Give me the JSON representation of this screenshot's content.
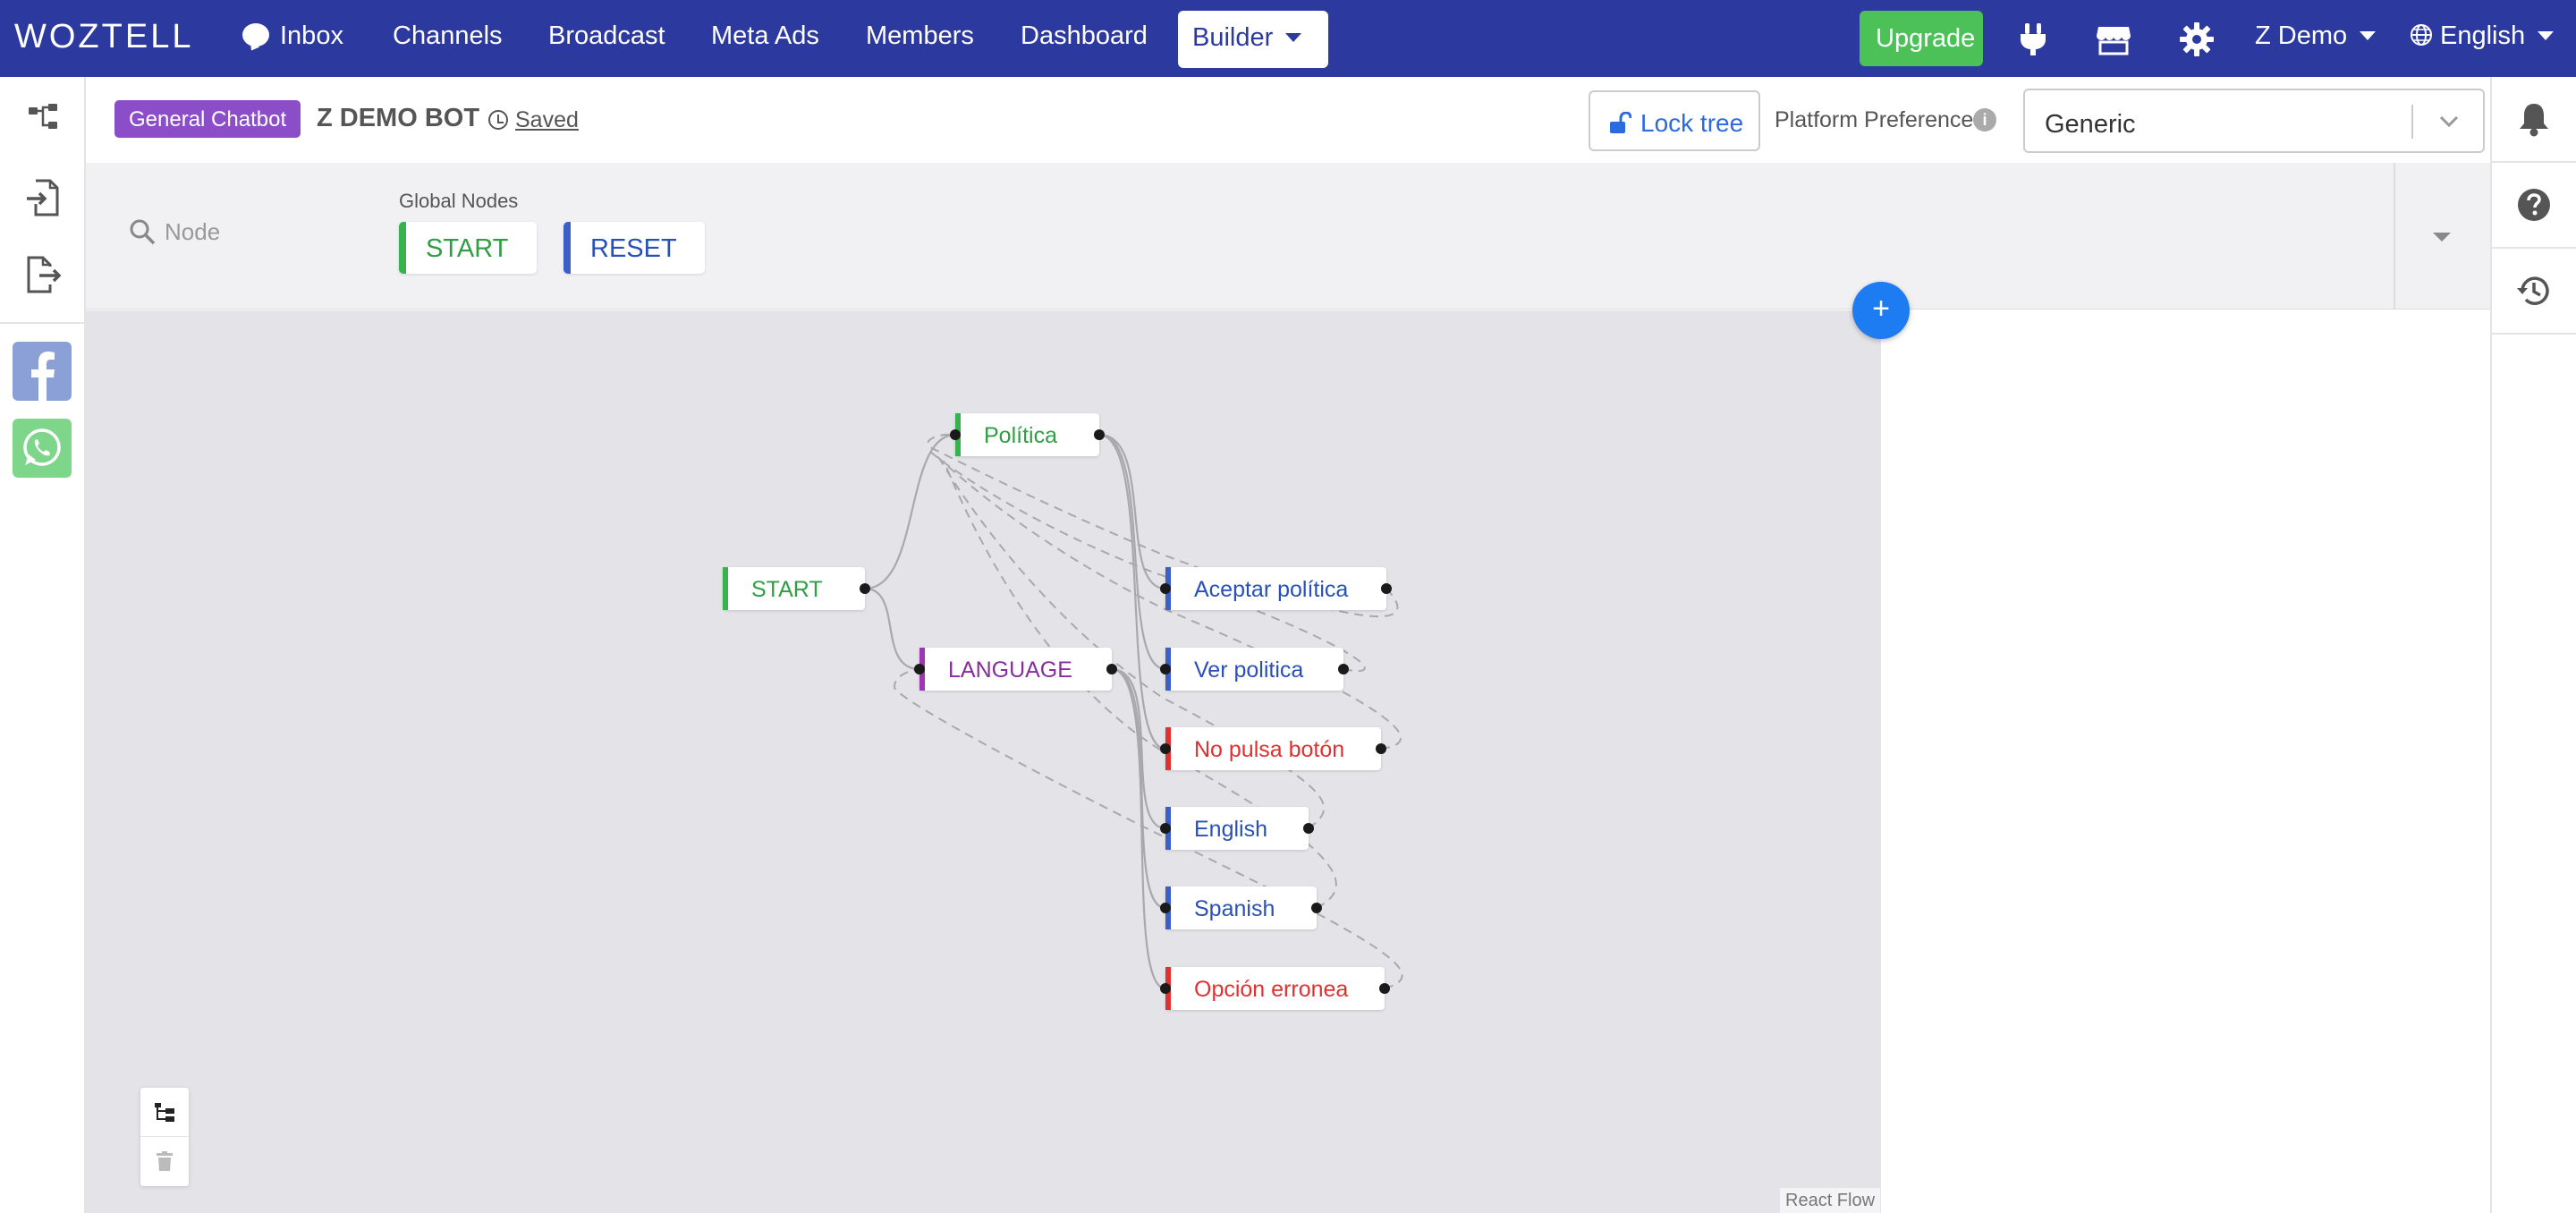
{
  "nav": {
    "logo": "WOZTELL",
    "items": [
      {
        "label": "Inbox",
        "icon": "chat-bubble-icon"
      },
      {
        "label": "Channels"
      },
      {
        "label": "Broadcast"
      },
      {
        "label": "Meta Ads"
      },
      {
        "label": "Members"
      },
      {
        "label": "Dashboard"
      }
    ],
    "builder_label": "Builder",
    "upgrade_label": "Upgrade",
    "user_label": "Z Demo",
    "language_label": "English"
  },
  "header": {
    "badge": "General Chatbot",
    "bot_name": "Z DEMO BOT",
    "saved_label": "Saved",
    "lock_label": "Lock tree",
    "platform_label": "Platform Preference",
    "platform_value": "Generic",
    "info_glyph": "i"
  },
  "node_panel": {
    "search_placeholder": "Node",
    "global_label": "Global Nodes",
    "global_nodes": [
      {
        "label": "START",
        "color": "#37b24d"
      },
      {
        "label": "RESET",
        "color": "#3b5fc7"
      }
    ]
  },
  "flow": {
    "nodes": [
      {
        "id": "start",
        "label": "START",
        "color": "#37b24d",
        "text_color": "#2f9e44"
      },
      {
        "id": "politica",
        "label": "Política",
        "color": "#37b24d",
        "text_color": "#2f9e44"
      },
      {
        "id": "language",
        "label": "LANGUAGE",
        "color": "#9c36b5",
        "text_color": "#862e9c"
      },
      {
        "id": "aceptar",
        "label": "Aceptar política",
        "color": "#3b5fc7",
        "text_color": "#2850b8"
      },
      {
        "id": "ver",
        "label": "Ver politica",
        "color": "#3b5fc7",
        "text_color": "#2850b8"
      },
      {
        "id": "nopulsa",
        "label": "No pulsa botón",
        "color": "#e03131",
        "text_color": "#e03131"
      },
      {
        "id": "english",
        "label": "English",
        "color": "#3b5fc7",
        "text_color": "#2850b8"
      },
      {
        "id": "spanish",
        "label": "Spanish",
        "color": "#3b5fc7",
        "text_color": "#2850b8"
      },
      {
        "id": "erronea",
        "label": "Opción erronea",
        "color": "#e03131",
        "text_color": "#e03131"
      }
    ],
    "add_label": "+",
    "attribution": "React Flow"
  },
  "colors": {
    "nav_bg": "#2c3aa0",
    "upgrade": "#4cc157",
    "badge": "#8b4ec8",
    "accent_blue": "#1e7cf2"
  }
}
